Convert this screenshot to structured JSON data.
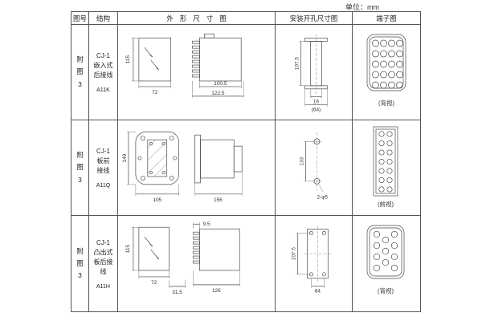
{
  "unit_label": "单位：mm",
  "headers": {
    "fig": "图号",
    "structure": "结构",
    "outline": "外形尺寸图",
    "mount": "安装开孔尺寸图",
    "terminal": "端子图"
  },
  "rows": [
    {
      "fig": "附\n图\n3",
      "structure": "CJ-1\n嵌入式\n后接线",
      "model": "A11K",
      "outline": {
        "d1": "115",
        "d2": "72",
        "d3": "100.5",
        "d4": "122.5"
      },
      "mount": {
        "d1": "107.5",
        "d2": "16",
        "d3": "(64)"
      },
      "terminal_label": "(背视)"
    },
    {
      "fig": "附\n图\n3",
      "structure": "CJ-1\n板前\n接线",
      "model": "A11Q",
      "outline": {
        "d1": "149",
        "d2": "105",
        "d3": "156"
      },
      "mount": {
        "d1": "133",
        "d2": "2-φ5"
      },
      "terminal_label": "(前视)"
    },
    {
      "fig": "附\n图\n3",
      "structure": "CJ-1\n凸出式\n板后接\n线",
      "model": "A11H",
      "outline": {
        "d1": "115",
        "d2": "72",
        "d3": "31.5",
        "d4": "9.5",
        "d5": "126"
      },
      "mount": {
        "d1": "107.5",
        "d2": "64"
      },
      "terminal_label": "(背视)"
    }
  ]
}
